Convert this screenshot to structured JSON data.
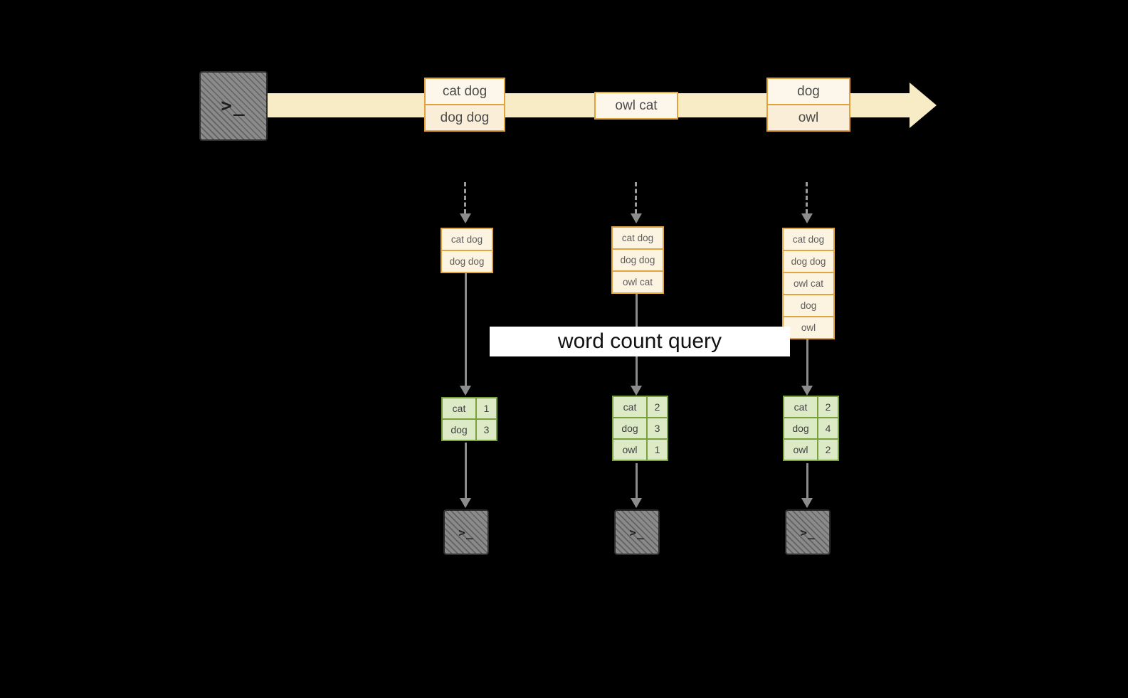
{
  "diagram": {
    "prompt_glyph": ">_",
    "query_banner": {
      "label": "word count query"
    },
    "stream_events": [
      {
        "lines": [
          "cat dog",
          "dog dog"
        ]
      },
      {
        "lines": [
          "owl cat"
        ]
      },
      {
        "lines": [
          "dog",
          "owl"
        ]
      }
    ],
    "columns": [
      {
        "buffer": [
          "cat dog",
          "dog dog"
        ],
        "counts": [
          {
            "word": "cat",
            "count": "1"
          },
          {
            "word": "dog",
            "count": "3"
          }
        ]
      },
      {
        "buffer": [
          "cat dog",
          "dog dog",
          "owl cat"
        ],
        "counts": [
          {
            "word": "cat",
            "count": "2"
          },
          {
            "word": "dog",
            "count": "3"
          },
          {
            "word": "owl",
            "count": "1"
          }
        ]
      },
      {
        "buffer": [
          "cat dog",
          "dog dog",
          "owl cat",
          "dog",
          "owl"
        ],
        "counts": [
          {
            "word": "cat",
            "count": "2"
          },
          {
            "word": "dog",
            "count": "4"
          },
          {
            "word": "owl",
            "count": "2"
          }
        ]
      }
    ],
    "colors": {
      "background": "#000000",
      "stream_band": "#f7ecc6",
      "event_fill": "#fdf3e1",
      "event_border": "#e2a33c",
      "table_fill": "#dcebc6",
      "table_border": "#79a23e",
      "arrow_gray": "#8c8c8c",
      "terminal_gray": "#8a8a8a"
    }
  }
}
